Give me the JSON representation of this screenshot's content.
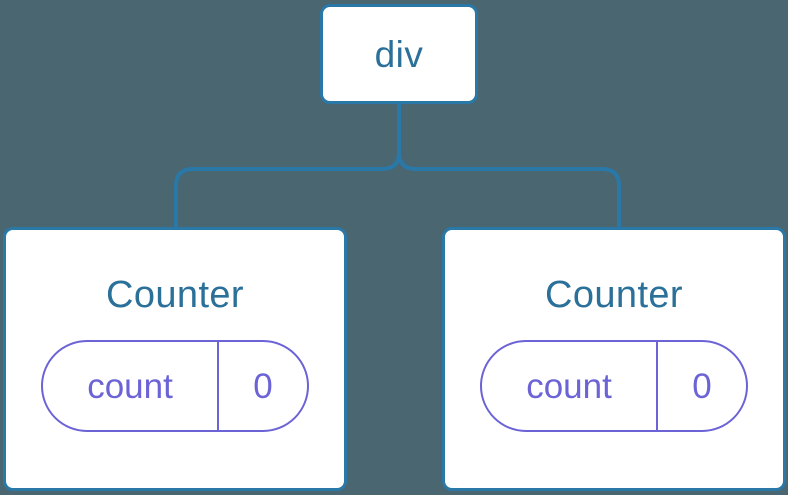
{
  "diagram": {
    "type": "component-tree",
    "background_color": "#4a6670",
    "node_border_color": "#2a78a8",
    "node_fill_color": "#ffffff",
    "node_label_color": "#2b7099",
    "state_pill_color": "#6b63d6",
    "edge_color": "#2a78a8",
    "root": {
      "label": "div"
    },
    "children": [
      {
        "label": "Counter",
        "state": {
          "key": "count",
          "value": "0"
        }
      },
      {
        "label": "Counter",
        "state": {
          "key": "count",
          "value": "0"
        }
      }
    ]
  }
}
